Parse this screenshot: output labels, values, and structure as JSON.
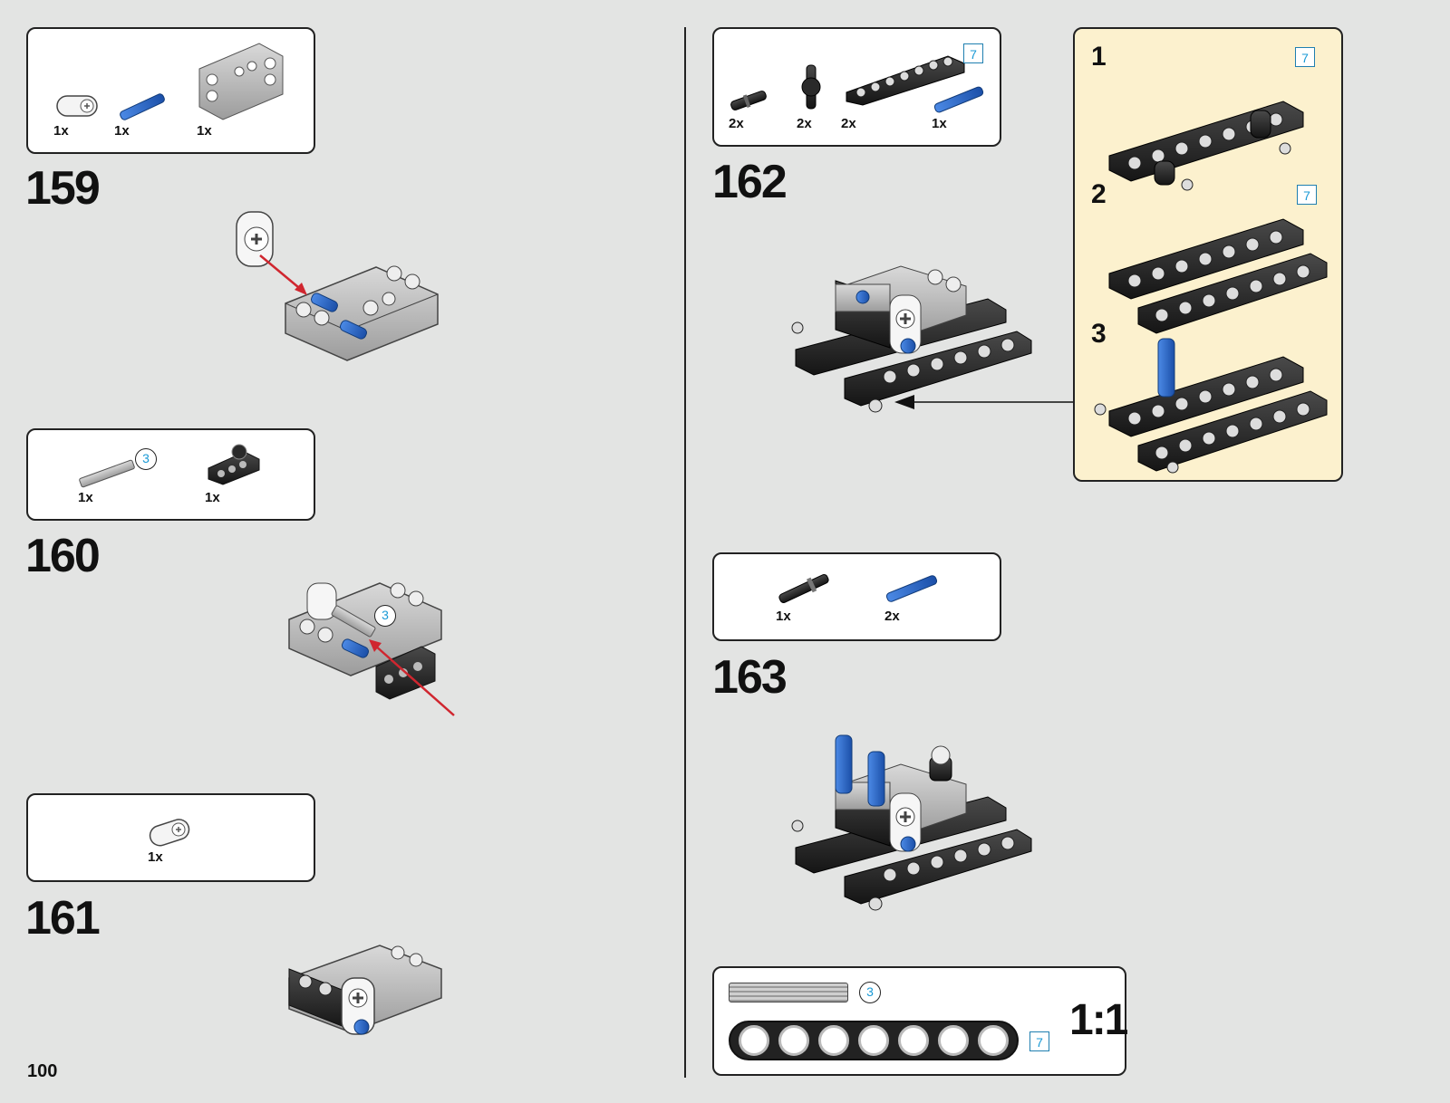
{
  "page": {
    "number": "100"
  },
  "steps": [
    {
      "number": "159",
      "parts": [
        {
          "qty": "1x",
          "part": "white-connector-icon"
        },
        {
          "qty": "1x",
          "part": "blue-pin-icon"
        },
        {
          "qty": "1x",
          "part": "grey-frame-icon"
        }
      ]
    },
    {
      "number": "160",
      "parts": [
        {
          "qty": "1x",
          "part": "grey-axle-icon",
          "badge": "3"
        },
        {
          "qty": "1x",
          "part": "black-beam-icon"
        }
      ],
      "model_badge": "3"
    },
    {
      "number": "161",
      "parts": [
        {
          "qty": "1x",
          "part": "white-connector-icon"
        }
      ]
    },
    {
      "number": "162",
      "parts": [
        {
          "qty": "2x",
          "part": "black-pin-icon"
        },
        {
          "qty": "2x",
          "part": "black-cross-block-icon"
        },
        {
          "qty": "2x",
          "part": "black-beam-7-icon",
          "badge": "7"
        },
        {
          "qty": "1x",
          "part": "blue-pin-icon"
        }
      ]
    },
    {
      "number": "163",
      "parts": [
        {
          "qty": "1x",
          "part": "black-axle-pin-icon"
        },
        {
          "qty": "2x",
          "part": "blue-pin-icon"
        }
      ]
    }
  ],
  "substeps": [
    {
      "number": "1",
      "badge": "7"
    },
    {
      "number": "2",
      "badge": "7"
    },
    {
      "number": "3"
    }
  ],
  "scale_box": {
    "axle_badge": "3",
    "beam_badge": "7",
    "label": "1:1"
  },
  "colors": {
    "background": "#e3e4e3",
    "callout": "#fcf1ce",
    "accent_blue": "#1a9ad6",
    "pin_blue": "#1f5fbf",
    "arrow_red": "#d0262f"
  }
}
